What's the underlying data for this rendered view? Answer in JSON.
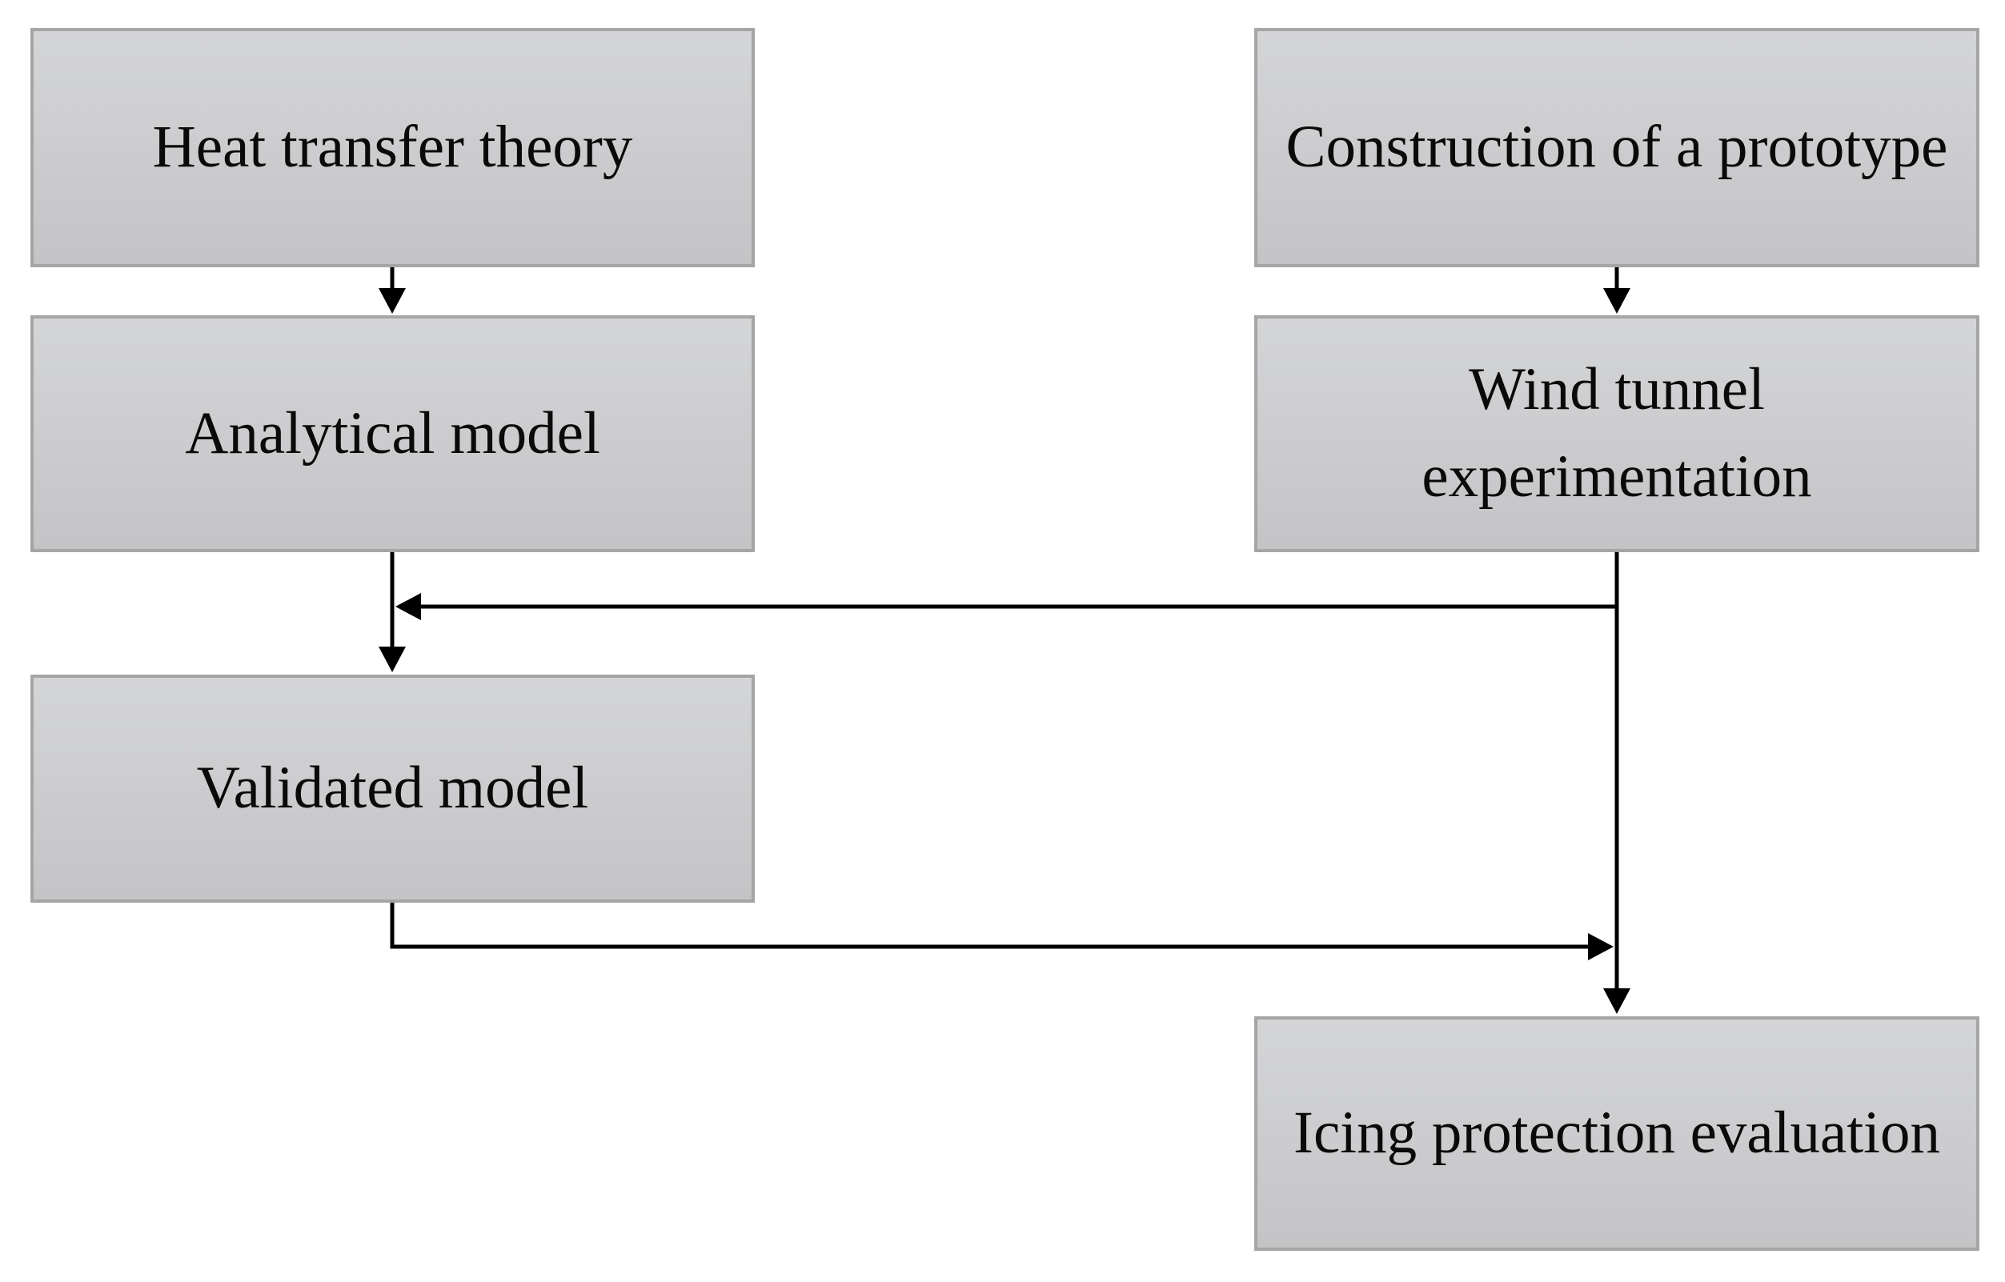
{
  "diagram_type": "flowchart",
  "nodes": {
    "heat_transfer_theory": {
      "label": "Heat transfer theory"
    },
    "construction_prototype": {
      "label": "Construction of a prototype"
    },
    "analytical_model": {
      "label": "Analytical model"
    },
    "wind_tunnel_experimentation": {
      "label": "Wind tunnel experimentation"
    },
    "validated_model": {
      "label": "Validated model"
    },
    "icing_protection_evaluation": {
      "label": "Icing protection evaluation"
    }
  },
  "edges": [
    {
      "from": "heat_transfer_theory",
      "to": "analytical_model",
      "style": "arrow-down"
    },
    {
      "from": "construction_prototype",
      "to": "wind_tunnel_experimentation",
      "style": "arrow-down"
    },
    {
      "from": "analytical_model",
      "to": "validated_model",
      "style": "arrow-down"
    },
    {
      "from": "wind_tunnel_experimentation",
      "to": "validated_model",
      "style": "elbow-left-into-vertical-arrow"
    },
    {
      "from": "wind_tunnel_experimentation",
      "to": "icing_protection_evaluation",
      "style": "arrow-down-long"
    },
    {
      "from": "validated_model",
      "to": "icing_protection_evaluation",
      "style": "elbow-down-right-into-vertical-arrow"
    }
  ],
  "colors": {
    "box_fill_top": "#d4d5d7",
    "box_fill_bottom": "#c4c4c6",
    "box_border": "#a5a5a5",
    "connector_color": "#000000",
    "background": "#ffffff",
    "text_color": "#0a0a0a"
  }
}
